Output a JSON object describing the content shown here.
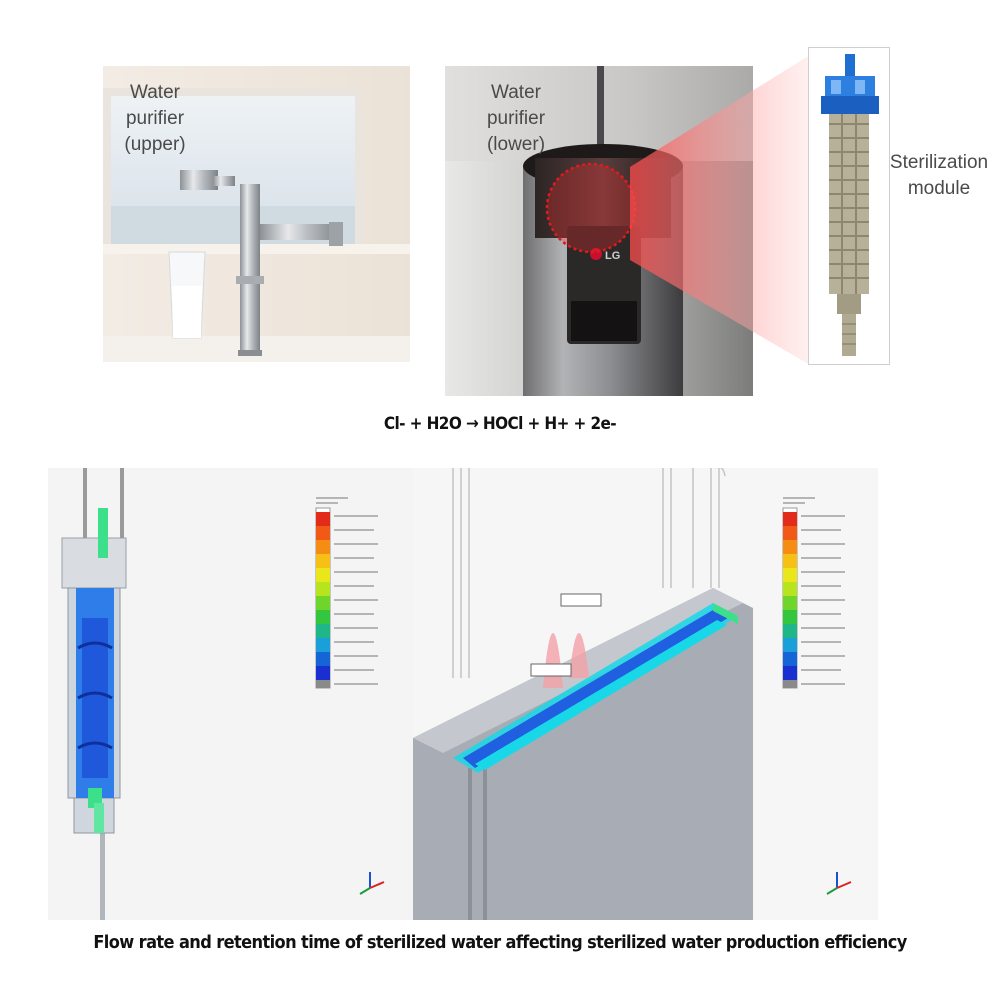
{
  "labels": {
    "upper_line1": "Water",
    "upper_line2": "purifier",
    "upper_line3": "(upper)",
    "lower_line1": "Water",
    "lower_line2": "purifier",
    "lower_line3": "(lower)",
    "module_line1": "Sterilization",
    "module_line2": "module",
    "brand_logo": "LG"
  },
  "equation": "Cl- + H2O → HOCl + H+ + 2e-",
  "caption": "Flow rate and retention time of sterilized water affecting sterilized water production efficiency",
  "simulation": {
    "legend_colors": [
      "#e32b1c",
      "#f05a16",
      "#f58d15",
      "#f6c017",
      "#e9e71a",
      "#b6e41d",
      "#6fd52a",
      "#35c640",
      "#1fb787",
      "#1b9fd8",
      "#1565d9",
      "#1a2fcf",
      "#8a8a8a"
    ],
    "fluid_colors": {
      "high": "#3de08a",
      "mid": "#2ea0ff",
      "low": "#1d4fd8"
    }
  }
}
